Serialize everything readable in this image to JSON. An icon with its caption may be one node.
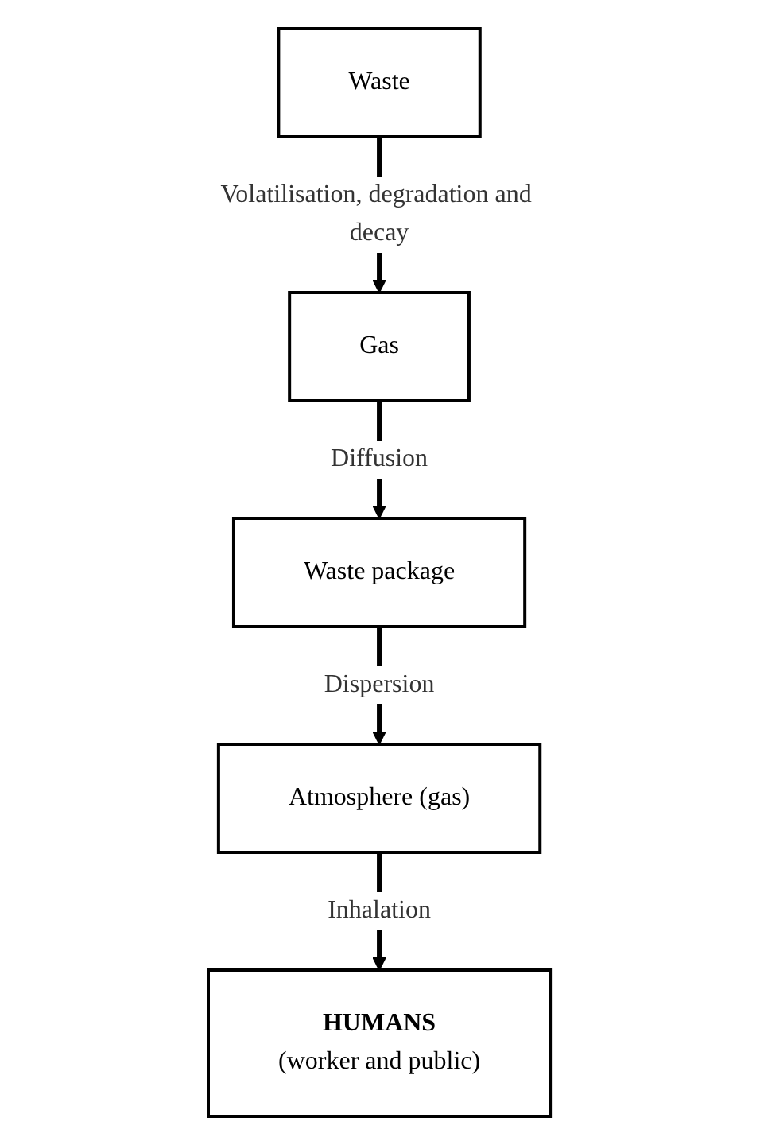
{
  "diagram": {
    "nodes": [
      {
        "text": [
          "Waste"
        ]
      },
      {
        "text": [
          "Gas"
        ]
      },
      {
        "text": [
          "Waste package"
        ]
      },
      {
        "text": [
          "Atmosphere (gas)"
        ]
      },
      {
        "text": [
          "HUMANS",
          "(worker and public)"
        ]
      }
    ],
    "edges": [
      {
        "from": 0,
        "to": 1,
        "arrow": "to",
        "label": "Volatilisation, degradation and decay"
      },
      {
        "from": 1,
        "to": 2,
        "arrow": "to",
        "label": "Diffusion"
      },
      {
        "from": 2,
        "to": 3,
        "arrow": "to",
        "label": "Dispersion"
      },
      {
        "from": 3,
        "to": 4,
        "arrow": "to",
        "label": "Inhalation"
      }
    ]
  }
}
